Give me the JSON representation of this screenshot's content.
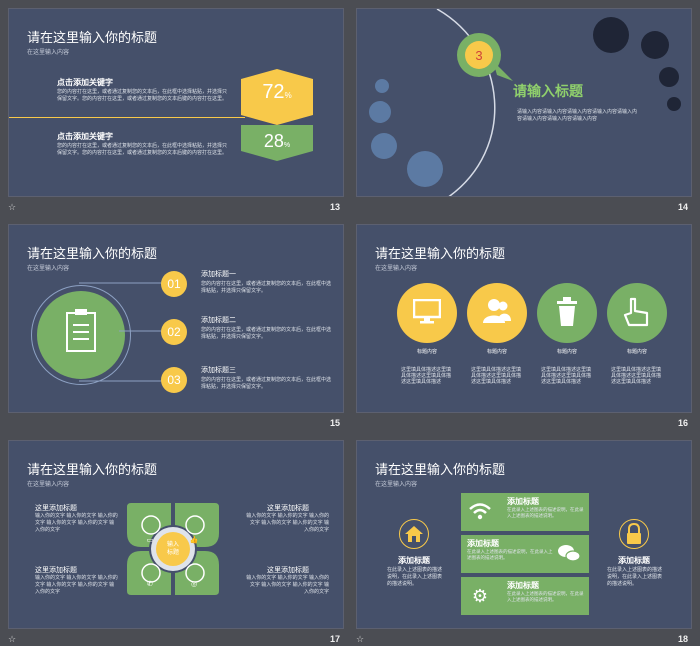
{
  "footer_star": "☆",
  "colors": {
    "bg": "#45506a",
    "yellow": "#f8c94a",
    "green": "#79b066",
    "dark": "#222a3a"
  },
  "slides": [
    {
      "num": "13",
      "title": "请在这里输入你的标题",
      "subtitle": "在这里输入内容",
      "items": [
        {
          "heading": "点击添加关键字",
          "body": "您的内容打在这里，或者通过复制您的文本后，在此框中选择粘贴，并选择只保留文字。您的内容打在这里，或者通过复制您的文本后键的内容打在这里。",
          "value": "72",
          "unit": "%"
        },
        {
          "heading": "点击添加关键字",
          "body": "您的内容打在这里，或者通过复制您的文本后，在此框中选择粘贴，并选择只保留文字。您的内容打在这里，或者通过复制您的文本后键的内容打在这里。",
          "value": "28",
          "unit": "%"
        }
      ]
    },
    {
      "num": "14",
      "badge": "3",
      "heading": "请输入标题",
      "body": "请输入内容请输入内容请输入内容请输入内容请输入内容请输入内容请输入内容请输入内容"
    },
    {
      "num": "15",
      "title": "请在这里输入你的标题",
      "subtitle": "在这里输入内容",
      "items": [
        {
          "n": "01",
          "heading": "添加标题一",
          "body": "您的内容打在这里，或者通过复制您的文本后，在此框中选择粘贴，并选择只保留文字。"
        },
        {
          "n": "02",
          "heading": "添加标题二",
          "body": "您的内容打在这里，或者通过复制您的文本后，在此框中选择粘贴，并选择只保留文字。"
        },
        {
          "n": "03",
          "heading": "添加标题三",
          "body": "您的内容打在这里，或者通过复制您的文本后，在此框中选择粘贴，并选择只保留文字。"
        }
      ]
    },
    {
      "num": "16",
      "title": "请在这里输入你的标题",
      "subtitle": "在这里输入内容",
      "items": [
        {
          "label": "标题内容",
          "body": "这里填具体描述这里填具体描述这里填具体描述这里填具体描述",
          "icon": "monitor-icon",
          "glyph": "▭"
        },
        {
          "label": "标题内容",
          "body": "这里填具体描述这里填具体描述这里填具体描述这里填具体描述",
          "icon": "users-icon",
          "glyph": "👥"
        },
        {
          "label": "标题内容",
          "body": "这里填具体描述这里填具体描述这里填具体描述这里填具体描述",
          "icon": "trash-icon",
          "glyph": "🗑"
        },
        {
          "label": "标题内容",
          "body": "这里填具体描述这里填具体描述这里填具体描述这里填具体描述",
          "icon": "pointer-icon",
          "glyph": "☝"
        }
      ]
    },
    {
      "num": "17",
      "title": "请在这里输入你的标题",
      "subtitle": "在这里输入内容",
      "center": "输入\n标题",
      "items": [
        {
          "heading": "这里添加标题",
          "body": "输入你的文字 输入你的文字 输入你的文字 输入你的文字 输入你的文字 输入你的文字"
        },
        {
          "heading": "这里添加标题",
          "body": "输入你的文字 输入你的文字 输入你的文字 输入你的文字 输入你的文字 输入你的文字"
        },
        {
          "heading": "这里添加标题",
          "body": "输入你的文字 输入你的文字 输入你的文字 输入你的文字 输入你的文字 输入你的文字"
        },
        {
          "heading": "这里添加标题",
          "body": "输入你的文字 输入你的文字 输入你的文字 输入你的文字 输入你的文字 输入你的文字"
        }
      ]
    },
    {
      "num": "18",
      "title": "请在这里输入你的标题",
      "subtitle": "在这里输入内容",
      "left": {
        "heading": "添加标题",
        "body": "在此录入上述图表的描述说明，在此录入上述图表的描述说明。"
      },
      "right": {
        "heading": "添加标题",
        "body": "在此录入上述图表的描述说明，在此录入上述图表的描述说明。"
      },
      "boxes": [
        {
          "heading": "添加标题",
          "body": "在此录入上述图表的描述说明，在此录入上述图表的描述说明。"
        },
        {
          "heading": "添加标题",
          "body": "在此录入上述图表的描述说明，在此录入上述图表的描述说明。"
        },
        {
          "heading": "添加标题",
          "body": "在此录入上述图表的描述说明，在此录入上述图表的描述说明。"
        }
      ]
    }
  ]
}
